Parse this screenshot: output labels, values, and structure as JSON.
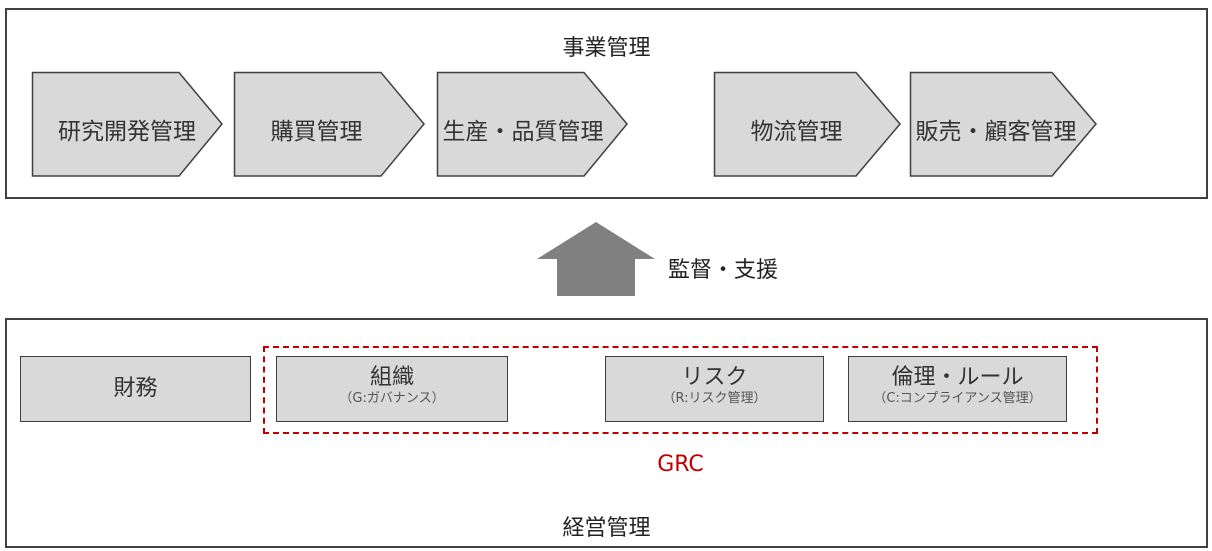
{
  "colors": {
    "frame_border": "#404040",
    "box_fill": "#d9d9d9",
    "grc_accent": "#c00000",
    "arrow_fill": "#808080"
  },
  "business": {
    "title": "事業管理",
    "steps": [
      {
        "label": "研究開発管理"
      },
      {
        "label": "購買管理"
      },
      {
        "label": "生産・品質管理"
      },
      {
        "label": "物流管理"
      },
      {
        "label": "販売・顧客管理"
      }
    ]
  },
  "connector": {
    "label": "監督・支援",
    "icon": "up-arrow-icon"
  },
  "management": {
    "title": "経営管理",
    "finance": {
      "label": "財務"
    },
    "grc": {
      "label": "GRC",
      "items": [
        {
          "label": "組織",
          "sub": "（G:ガバナンス）"
        },
        {
          "label": "リスク",
          "sub": "（R:リスク管理）"
        },
        {
          "label": "倫理・ルール",
          "sub": "（C:コンプライアンス管理）"
        }
      ]
    }
  }
}
